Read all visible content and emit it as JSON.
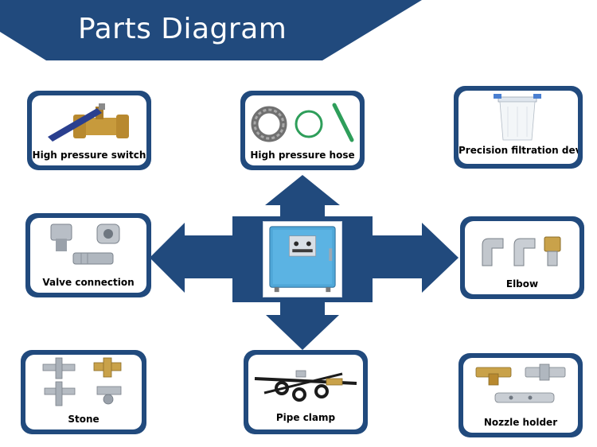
{
  "title": "Parts Diagram",
  "colors": {
    "primary": "#214a7d",
    "accent": "#2f5d95"
  },
  "parts": {
    "ball_valve": "High pressure switch",
    "hose": "High pressure hose",
    "filter": "Precision filtration device",
    "valve_connection": "Valve connection",
    "elbow": "Elbow",
    "stone": "Stone",
    "pipe_clamp": "Pipe clamp",
    "nozzle_holder": "Nozzle holder"
  },
  "center": {
    "icon": "pump-cabinet-icon"
  }
}
